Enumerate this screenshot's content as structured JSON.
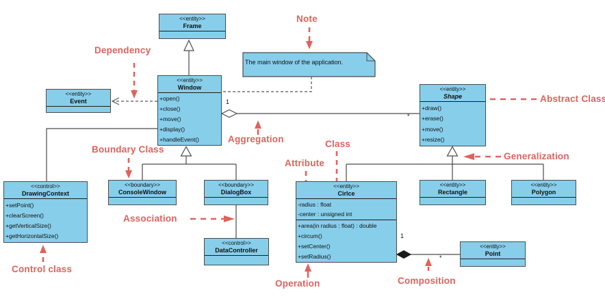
{
  "colors": {
    "class_fill": "#87CEEB",
    "annotation": "#e0625c",
    "background": "#ffffff",
    "connector": "#4a4a4a"
  },
  "note": {
    "text": "The main window of the application."
  },
  "classes": {
    "frame": {
      "stereotype": "<<entity>>",
      "name": "Frame"
    },
    "window": {
      "stereotype": "<<entity>>",
      "name": "Window",
      "operations": [
        "+open()",
        "+close()",
        "+move()",
        "+display()",
        "+handleEvent()"
      ]
    },
    "event": {
      "stereotype": "<<entity>>",
      "name": "Event"
    },
    "shape": {
      "stereotype": "<<entity>>",
      "name": "Shape",
      "abstract": true,
      "operations": [
        "+draw()",
        "+erase()",
        "+move()",
        "+resize()"
      ]
    },
    "drawing_context": {
      "stereotype": "<<control>>",
      "name": "DrawingContext",
      "operations": [
        "+setPoint()",
        "+clearScreen()",
        "+getVerticalSize()",
        "+getHorizontalSize()"
      ]
    },
    "console_window": {
      "stereotype": "<<boundary>>",
      "name": "ConsoleWindow"
    },
    "dialog_box": {
      "stereotype": "<<boundary>>",
      "name": "DialogBox"
    },
    "data_controller": {
      "stereotype": "<<control>>",
      "name": "DataController"
    },
    "circle": {
      "stereotype": "<<entity>>",
      "name": "Cirlce",
      "attributes": [
        "-radius : float",
        "-center : unsigned int"
      ],
      "operations": [
        "+area(in radius : float) : double",
        "+circum()",
        "+setCenter()",
        "+setRadius()"
      ]
    },
    "rectangle": {
      "stereotype": "<<entity>>",
      "name": "Rectangle"
    },
    "polygon": {
      "stereotype": "<<entity>>",
      "name": "Polygon"
    },
    "point": {
      "stereotype": "<<entity>>",
      "name": "Point"
    }
  },
  "multiplicities": {
    "aggregation_one": "1",
    "aggregation_many": "*",
    "composition_one": "1",
    "composition_many": "*"
  },
  "annotations": {
    "dependency": "Dependency",
    "note": "Note",
    "abstract_class": "Abstract Class",
    "aggregation": "Aggregation",
    "boundary_class": "Boundary Class",
    "class": "Class",
    "attribute": "Attribute",
    "generalization": "Generalization",
    "association": "Association",
    "operation": "Operation",
    "composition": "Composition",
    "control_class": "Control class"
  }
}
